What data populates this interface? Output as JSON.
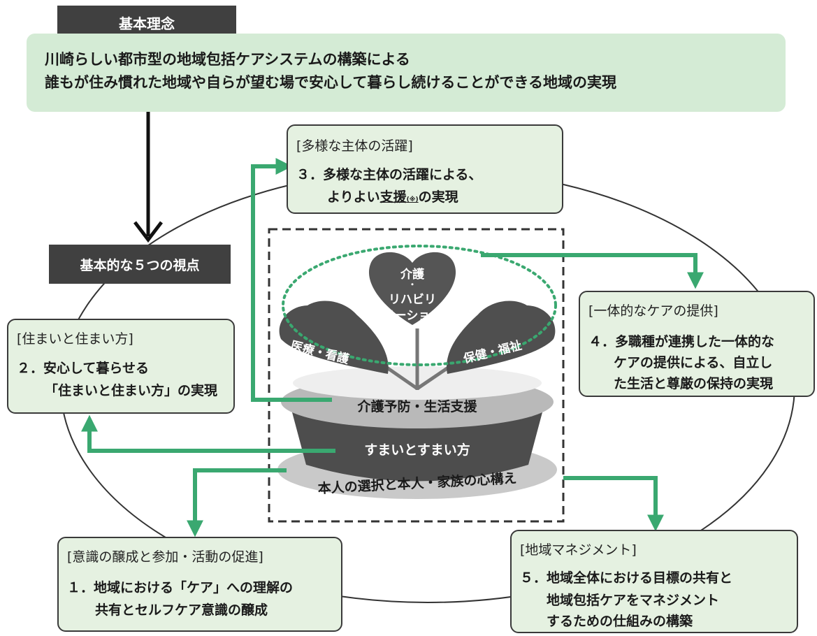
{
  "philosophy": {
    "tag": "基本理念",
    "line1": "川崎らしい都市型の地域包括ケアシステムの構築による",
    "line2": "誰もが住み慣れた地域や自らが望む場で安心して暮らし続けることができる地域の実現"
  },
  "viewpoints_tag": "基本的な５つの視点",
  "boxes": {
    "diverse": {
      "heading": "[多様な主体の活躍]",
      "line1": "３．多様な主体の活躍による、",
      "line2_pre": "よりよい",
      "line2_u": "支援",
      "line2_note": "(※)",
      "line2_post": "の実現"
    },
    "housing": {
      "heading": "[住まいと住まい方]",
      "line1": "２．安心して暮らせる",
      "line2": "「住まいと住まい方」の実現"
    },
    "integrated": {
      "heading": "[一体的なケアの提供]",
      "line1": "４．多職種が連携した一体的な",
      "line2": "ケアの提供による、自立し",
      "line3": "た生活と尊厳の保持の実現"
    },
    "awareness": {
      "heading": "[意識の醸成と参加・活動の促進]",
      "line1": "１．地域における「ケア」への理解の",
      "line2": "共有とセルフケア意識の醸成"
    },
    "management": {
      "heading": "[地域マネジメント]",
      "line1": "５．地域全体における目標の共有と",
      "line2": "地域包括ケアをマネジメント",
      "line3": "するための仕組みの構築"
    }
  },
  "plant": {
    "leaf_top_1": "介護",
    "leaf_top_dot": "・",
    "leaf_top_2": "リハビリ",
    "leaf_top_3": "テーション",
    "leaf_left": "医療・看護",
    "leaf_right": "保健・福祉",
    "soil": "介護予防・生活支援",
    "pot": "すまいとすまい方",
    "saucer": "本人の選択と本人・家族の心構え"
  },
  "colors": {
    "green_arrow": "#3aa870",
    "box_fill": "#e5f1e1",
    "dark": "#404040"
  }
}
